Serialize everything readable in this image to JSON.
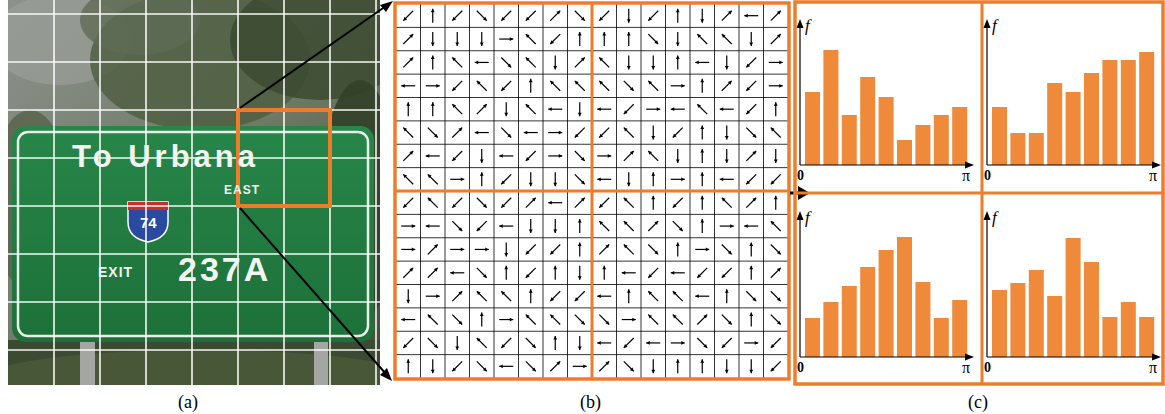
{
  "diagram": {
    "labels": [
      "To Urbana",
      "EAST",
      "74",
      "EXIT",
      "237A",
      "f",
      "0",
      "π",
      "f",
      "0",
      "π",
      "f",
      "0",
      "π",
      "f",
      "0",
      "π",
      "(a)",
      "(b)",
      "(c)"
    ]
  }
}
